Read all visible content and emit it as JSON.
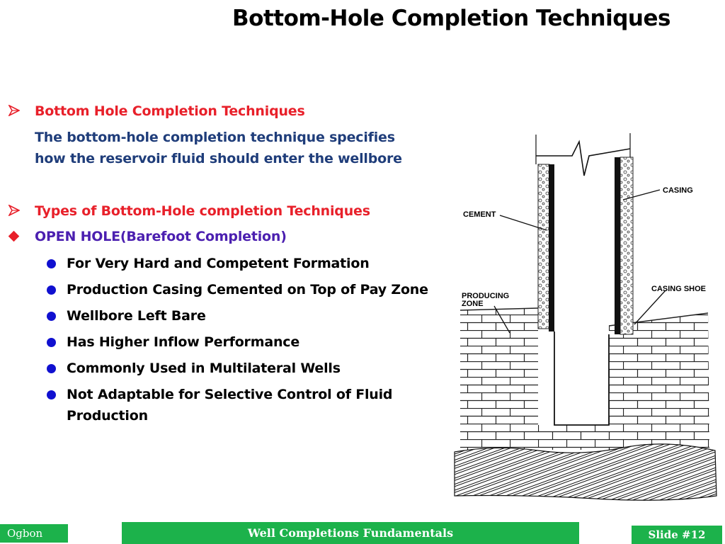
{
  "title": "Bottom-Hole Completion Techniques",
  "sections": [
    {
      "heading": "Bottom Hole Completion Techniques",
      "body_lines": [
        "The bottom-hole completion technique specifies",
        "how the reservoir fluid should enter the wellbore"
      ]
    },
    {
      "heading": "Types of Bottom-Hole completion Techniques"
    }
  ],
  "subheading": "OPEN HOLE(Barefoot Completion)",
  "bullets": [
    "For Very Hard and Competent Formation",
    "Production Casing Cemented on Top of Pay Zone",
    "Wellbore Left Bare",
    "Has Higher Inflow Performance",
    "Commonly Used in Multilateral Wells",
    "Not Adaptable for Selective Control of Fluid",
    "Production"
  ],
  "diagram": {
    "labels": {
      "casing": "CASING",
      "cement": "CEMENT",
      "producing_zone_1": "PRODUCING",
      "producing_zone_2": "ZONE",
      "casing_shoe": "CASING SHOE"
    }
  },
  "footer": {
    "author": "Ogbon",
    "course": "Well Completions Fundamentals",
    "slide": "Slide #12"
  },
  "colors": {
    "heading_red": "#e8202a",
    "body_blue": "#1f3d7a",
    "sub_purple": "#4b1fb0",
    "bullet_blue": "#1010d0",
    "footer_green": "#1cb24b"
  }
}
